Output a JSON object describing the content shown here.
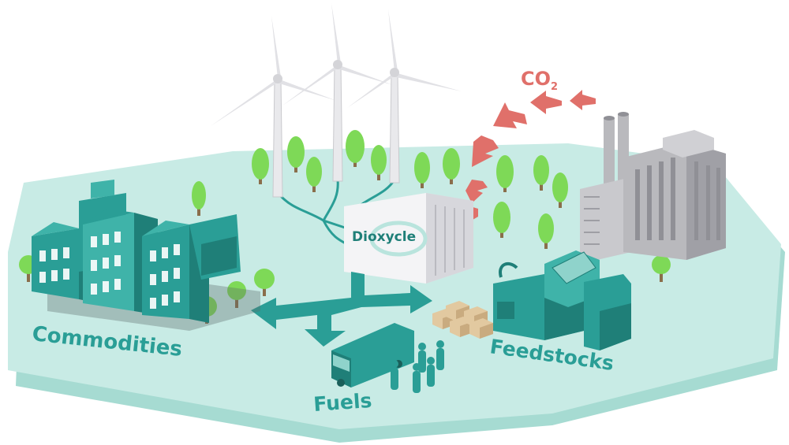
{
  "labels": {
    "co2_main": "CO",
    "co2_sub": "2",
    "dioxycle": "Dioxycle",
    "commodities": "Commodities",
    "fuels": "Fuels",
    "feedstocks": "Feedstocks"
  },
  "colors": {
    "platform_top": "#c8ebe5",
    "platform_side": "#a6dbd2",
    "teal": "#2a9e96",
    "teal_dark": "#1f7f78",
    "teal_light": "#3fb3a9",
    "co2_arrow": "#e0706a",
    "tree": "#7ed957",
    "trunk": "#8a6e4b",
    "factory": "#b9b9bd",
    "factory_dark": "#909096",
    "turbine": "#e9e9ec",
    "box": "#f4f4f6"
  },
  "icons": [
    "wind-turbine-icon",
    "tree-icon",
    "factory-icon",
    "building-icon",
    "truck-icon",
    "person-icon",
    "crate-icon",
    "co2-arrow-icon"
  ]
}
